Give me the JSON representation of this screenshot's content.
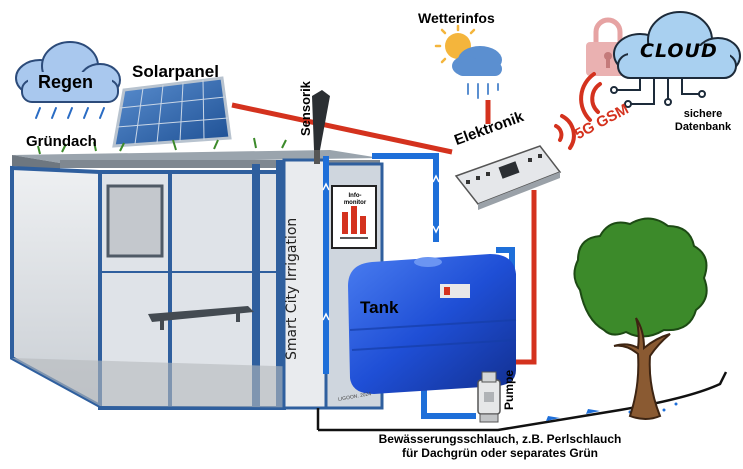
{
  "labels": {
    "regen": "Regen",
    "solarpanel": "Solarpanel",
    "gruendach": "Gründach",
    "wetterinfos": "Wetterinfos",
    "sensorik": "Sensorik",
    "elektronik": "Elektronik",
    "gsm": "5G GSM",
    "cloud": "CLOUD",
    "datenbank": "sichere Datenbank",
    "tank": "Tank",
    "pumpe": "Pumpe",
    "smart_city": "Smart City Irrigation",
    "infomonitor": "Info-monitor",
    "schlauch_line1": "Bewässerungsschlauch, z.B. Perlschlauch",
    "schlauch_line2": "für Dachgrün oder separates Grün",
    "signature": "LIGOON. 2024"
  },
  "colors": {
    "water_pipe": "#1e6fd9",
    "signal_wire": "#d4321e",
    "tank": "#1f4fd6",
    "shelter_frame": "#2f5f9e",
    "tree_crown": "#3c8a2a",
    "trunk": "#8a5a32",
    "cloud_fill": "#a9d0f0"
  },
  "icons": [
    "rain-cloud-icon",
    "solar-panel-icon",
    "sensor-icon",
    "weather-sun-cloud-icon",
    "lock-icon",
    "cloud-icon",
    "circuit-board-icon",
    "wireless-signal-icon",
    "tank-icon",
    "pump-icon",
    "tree-icon",
    "bus-shelter-icon"
  ]
}
